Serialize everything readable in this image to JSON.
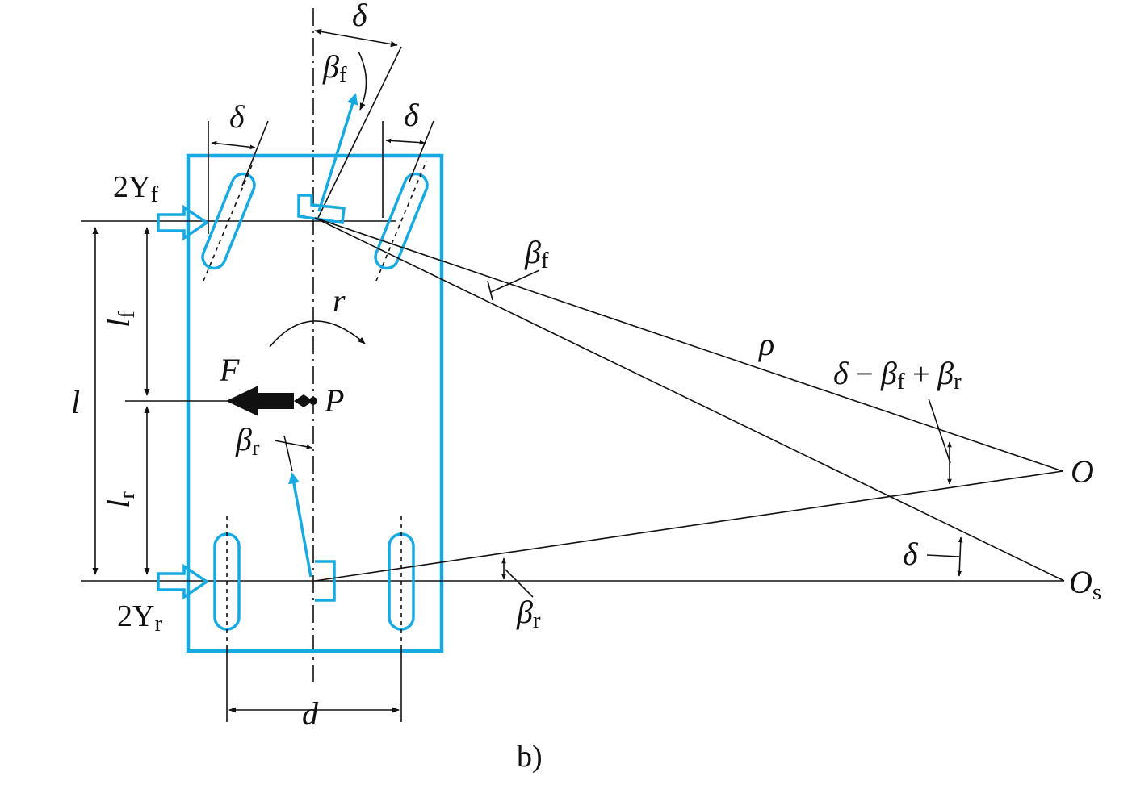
{
  "colors": {
    "vehicle": "#17a9e1",
    "ink": "#111111"
  },
  "labels": {
    "delta": "δ",
    "beta": "β",
    "sub_f": "f",
    "sub_r": "r",
    "sub_s": "s",
    "two_Y": "2Y",
    "l": "l",
    "r": "r",
    "F": "F",
    "P": "P",
    "rho": "ρ",
    "O": "O",
    "d": "d",
    "minus": " − ",
    "plus": " + ",
    "caption": "b)"
  }
}
